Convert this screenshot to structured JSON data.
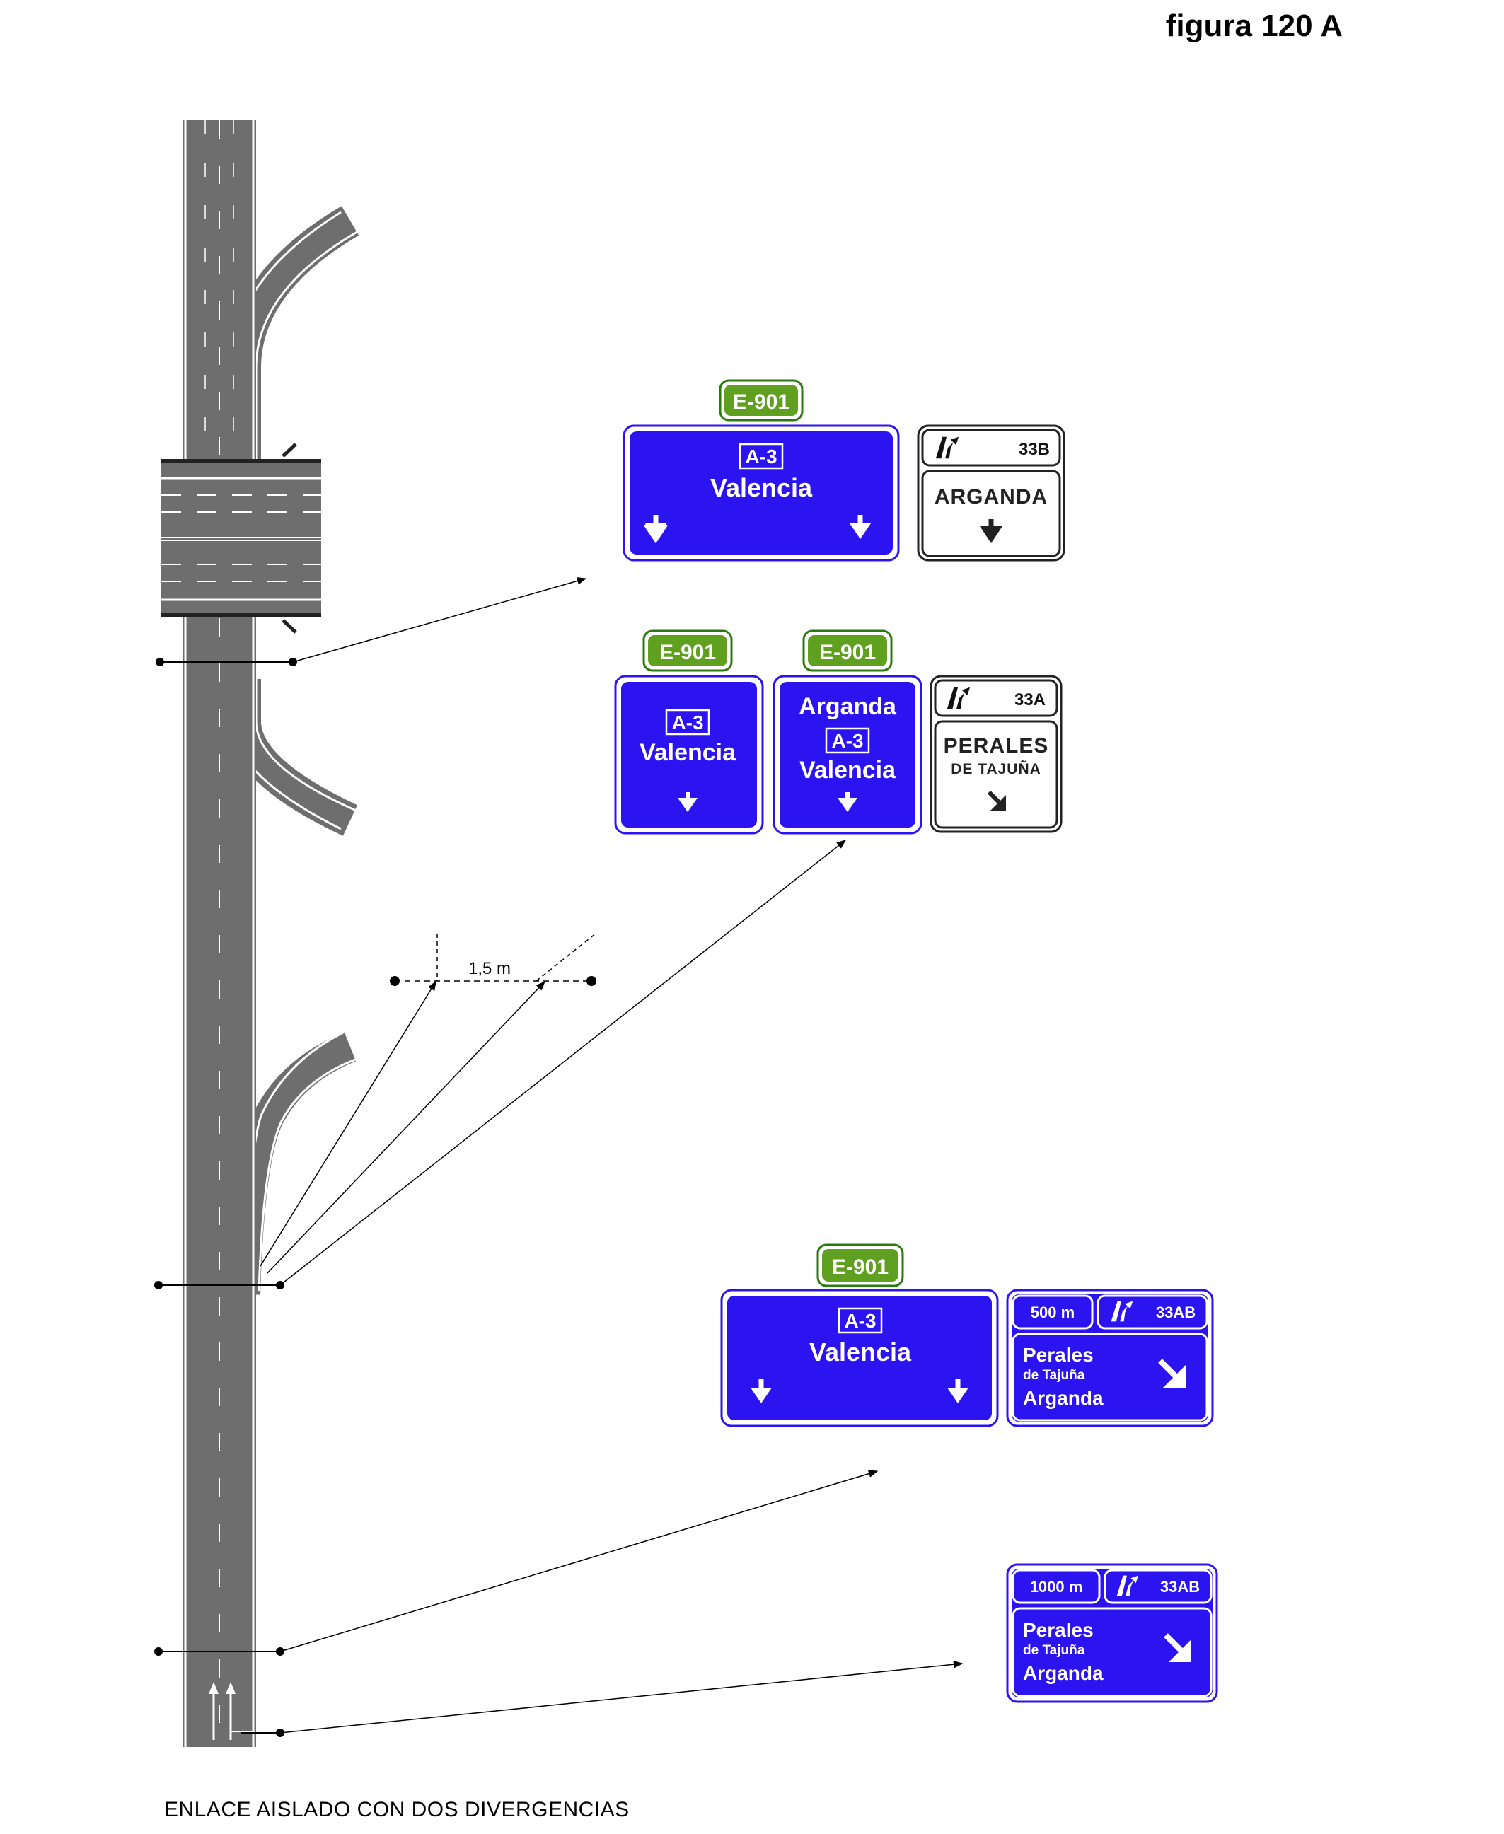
{
  "figure_label": "figura 120 A",
  "caption": "ENLACE AISLADO CON DOS DIVERGENCIAS",
  "measure_label": "1,5 m",
  "colors": {
    "blue": "#2b14f0",
    "green": "#5fa020",
    "road": "#6e6e6e",
    "black": "#1a1a1a"
  },
  "sign_group_1": {
    "euro_route": "E-901",
    "main_panel": {
      "road": "A-3",
      "destination": "Valencia",
      "arrows": [
        "arrow-down-icon",
        "arrow-down-icon"
      ]
    },
    "exit_panel": {
      "exit_number": "33B",
      "destination": "ARGANDA",
      "arrow": "arrow-down-icon"
    }
  },
  "sign_group_2": {
    "panel_a": {
      "euro_route": "E-901",
      "road": "A-3",
      "destination": "Valencia",
      "arrow": "arrow-down-icon"
    },
    "panel_b": {
      "euro_route": "E-901",
      "destination_top": "Arganda",
      "road": "A-3",
      "destination": "Valencia",
      "arrow": "arrow-down-icon"
    },
    "exit_panel": {
      "exit_number": "33A",
      "destination_line1": "PERALES",
      "destination_line2": "DE TAJUÑA",
      "arrow": "arrow-down-right-icon"
    }
  },
  "sign_group_3": {
    "euro_route": "E-901",
    "main_panel": {
      "road": "A-3",
      "destination": "Valencia",
      "arrows": [
        "arrow-down-icon",
        "arrow-down-icon"
      ]
    },
    "exit_panel": {
      "distance": "500 m",
      "exit_number": "33AB",
      "line1": "Perales",
      "line2": "de Tajuña",
      "line3": "Arganda",
      "arrow": "arrow-down-right-icon"
    }
  },
  "sign_group_4": {
    "exit_panel": {
      "distance": "1000 m",
      "exit_number": "33AB",
      "line1": "Perales",
      "line2": "de Tajuña",
      "line3": "Arganda",
      "arrow": "arrow-down-right-icon"
    }
  }
}
